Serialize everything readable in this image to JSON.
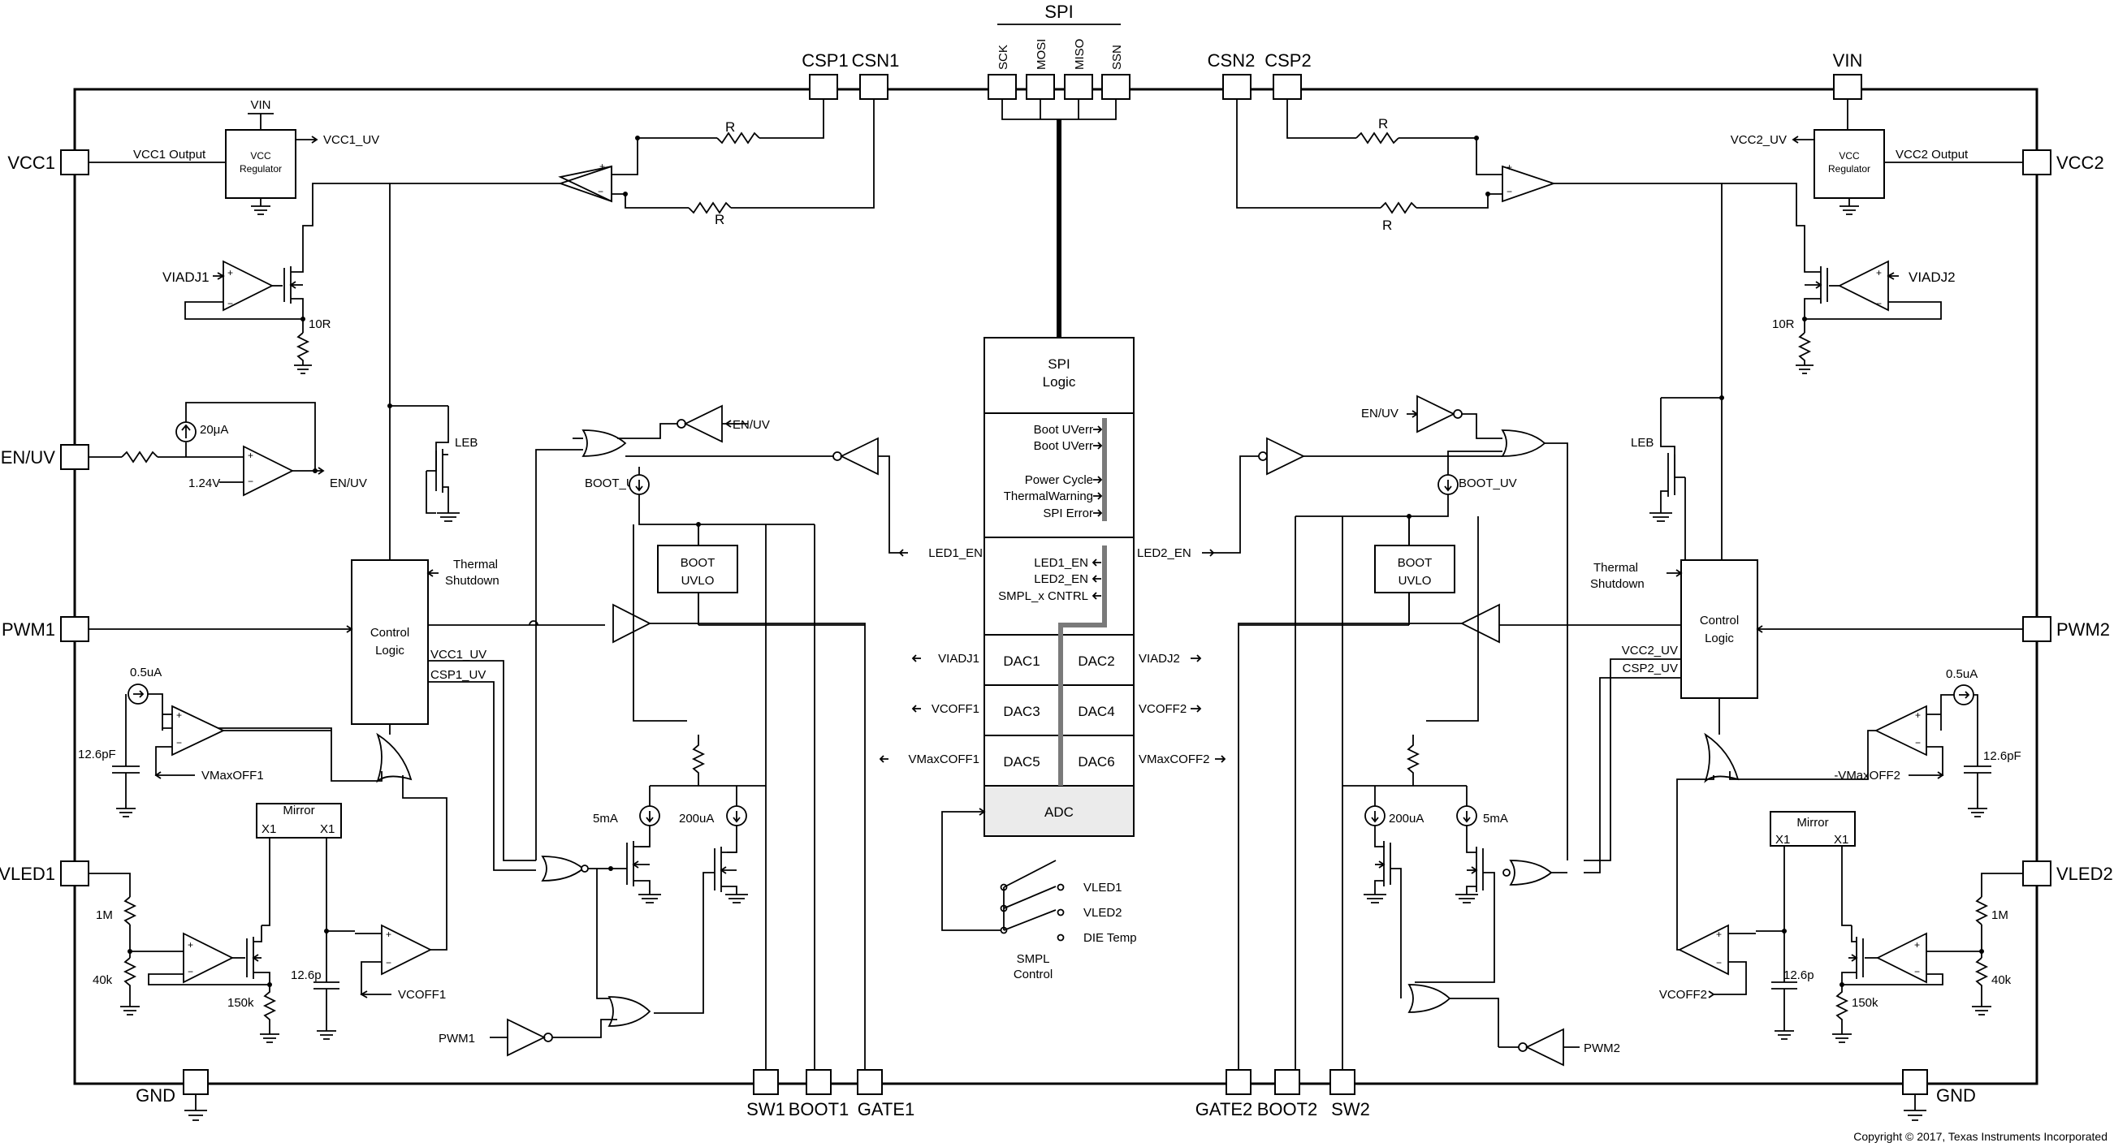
{
  "spi_header": "SPI",
  "pins": {
    "csp1": "CSP1",
    "csn1": "CSN1",
    "sck": "SCK",
    "mosi": "MOSI",
    "miso": "MISO",
    "ssn": "SSN",
    "csn2": "CSN2",
    "csp2": "CSP2",
    "vin_top": "VIN",
    "vcc1": "VCC1",
    "vcc2": "VCC2",
    "en_uv": "EN/UV",
    "pwm1": "PWM1",
    "pwm2": "PWM2",
    "vled1": "VLED1",
    "vled2": "VLED2",
    "gnd_left": "GND",
    "gnd_right": "GND",
    "sw1": "SW1",
    "boot1": "BOOT1",
    "gate1": "GATE1",
    "gate2": "GATE2",
    "boot2": "BOOT2",
    "sw2": "SW2"
  },
  "left": {
    "vin": "VIN",
    "regulator_line1": "VCC",
    "regulator_line2": "Regulator",
    "vcc1_output": "VCC1 Output",
    "vcc1_uv": "VCC1_UV",
    "r_top": "R",
    "r_bottom": "R",
    "viadj1": "VIADJ1",
    "r10": "10R",
    "i20": "20μA",
    "v124": "1.24V",
    "en_uv_out": "EN/UV",
    "leb": "LEB",
    "thermal1": "Thermal",
    "thermal2": "Shutdown",
    "control1": "Control",
    "control2": "Logic",
    "csp1_uv": "CSP1_UV",
    "i05": "0.5uA",
    "c126": "12.6pF",
    "vmaxoff": "VMaxOFF1",
    "mirror": "Mirror",
    "x1a": "X1",
    "x1b": "X1",
    "r1m": "1M",
    "r40k": "40k",
    "r150k": "150k",
    "c126p": "12.6p",
    "vcoff": "VCOFF1",
    "pwm": "PWM1",
    "en_uv_inv": "EN/UV",
    "boot_uv": "BOOT_UV",
    "boot1": "BOOT",
    "boot2": "UVLO",
    "i5ma": "5mA",
    "i200ua": "200uA"
  },
  "right": {
    "vin": "VIN",
    "regulator_line1": "VCC",
    "regulator_line2": "Regulator",
    "vcc2_output": "VCC2 Output",
    "vcc2_uv": "VCC2_UV",
    "r_top": "R",
    "r_bottom": "R",
    "viadj2": "VIADJ2",
    "r10": "10R",
    "en_uv_in": "EN/UV",
    "leb": "LEB",
    "thermal1": "Thermal",
    "thermal2": "Shutdown",
    "control1": "Control",
    "control2": "Logic",
    "csp2_uv": "CSP2_UV",
    "i05": "0.5uA",
    "c126": "12.6pF",
    "vmaxoff": "-VMaxOFF2",
    "mirror": "Mirror",
    "x1a": "X1",
    "x1b": "X1",
    "r1m": "1M",
    "r40k": "40k",
    "r150k": "150k",
    "c126p": "12.6p",
    "vcoff": "VCOFF2",
    "pwm": "PWM2",
    "boot_uv": "BOOT_UV",
    "boot1": "BOOT",
    "boot2": "UVLO",
    "i5ma": "5mA",
    "i200ua": "200uA"
  },
  "center": {
    "spi1": "SPI",
    "spi2": "Logic",
    "boot_uverr1": "Boot UVerr",
    "boot_uverr2": "Boot UVerr",
    "power_cycle": "Power Cycle",
    "thermal_warning": "ThermalWarning",
    "spi_error": "SPI Error",
    "led1_en": "LED1_EN",
    "led2_en": "LED2_EN",
    "smpl": "SMPL_x CNTRL",
    "dac1": "DAC1",
    "dac2": "DAC2",
    "dac3": "DAC3",
    "dac4": "DAC4",
    "dac5": "DAC5",
    "dac6": "DAC6",
    "adc": "ADC",
    "out_led1_en": "LED1_EN",
    "out_led2_en": "LED2_EN",
    "out_viadj1": "VIADJ1",
    "out_viadj2": "VIADJ2",
    "out_vcoff1": "VCOFF1",
    "out_vcoff2": "VCOFF2",
    "out_vmaxcoff1": "VMaxCOFF1",
    "out_vmaxcoff2": "VMaxCOFF2",
    "mux_vled1": "VLED1",
    "mux_vled2": "VLED2",
    "mux_die": "DIE Temp",
    "smpl1": "SMPL",
    "smpl2": "Control"
  },
  "copyright": "Copyright © 2017, Texas Instruments Incorporated"
}
